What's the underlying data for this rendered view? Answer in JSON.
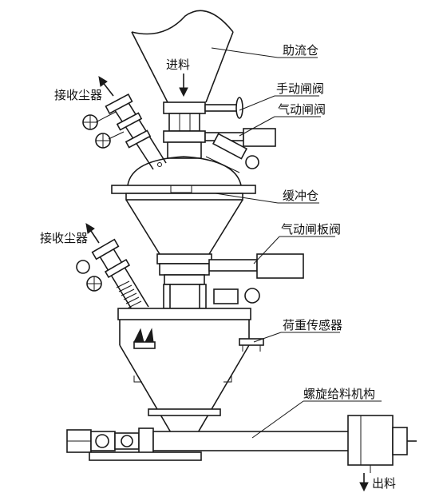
{
  "labels": {
    "feed_in": "进料",
    "flow_aid_bin": "助流仓",
    "manual_gate_valve": "手动闸阀",
    "pneumatic_gate_valve": "气动闸阀",
    "dust_collector_upper": "接收尘器",
    "buffer_bin": "缓冲仓",
    "pneumatic_slide_valve": "气动闸板阀",
    "dust_collector_lower": "接收尘器",
    "load_cell": "荷重传感器",
    "screw_feeder": "螺旋给料机构",
    "discharge": "出料"
  }
}
